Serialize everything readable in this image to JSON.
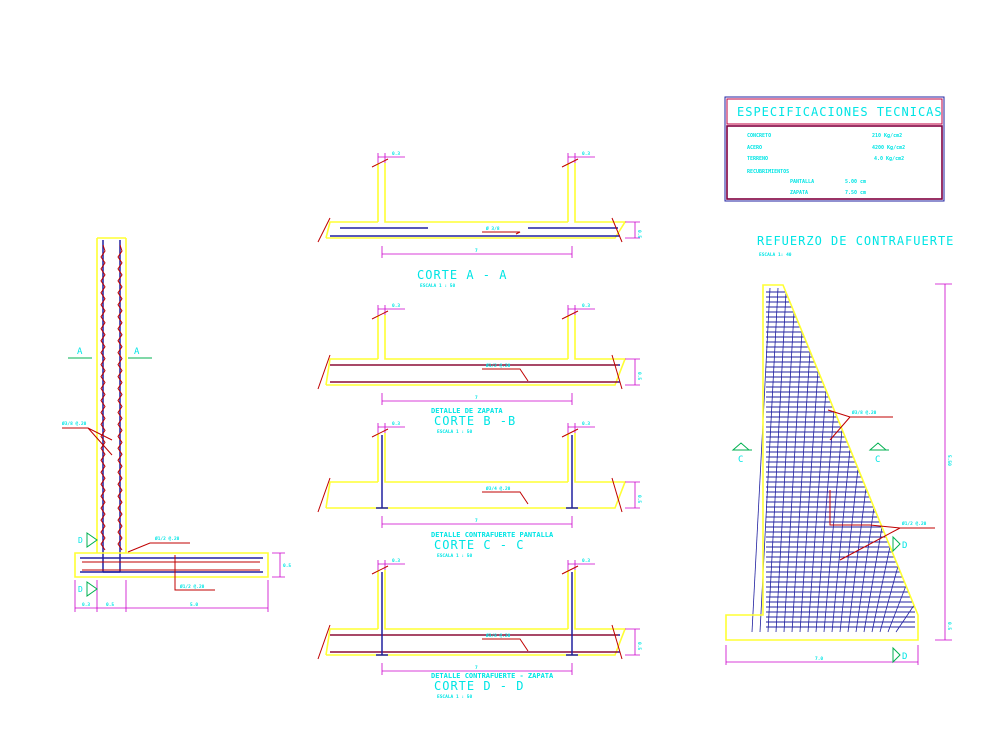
{
  "specs": {
    "title": "ESPECIFICACIONES TECNICAS",
    "rows": [
      {
        "label": "CONCRETO",
        "value": "210 Kg/cm2"
      },
      {
        "label": "ACERO",
        "value": "4200 Kg/cm2"
      },
      {
        "label": "TERRENO",
        "value": "4.0 Kg/cm2"
      },
      {
        "label": "RECUBRIMIENTOS",
        "value": ""
      }
    ],
    "cover": [
      {
        "label": "PANTALLA",
        "value": "5.00 cm"
      },
      {
        "label": "ZAPATA",
        "value": "7.50 cm"
      }
    ]
  },
  "contrafuerte": {
    "title": "REFUERZO DE CONTRAFUERTE",
    "scale": "ESCALA 1: 40",
    "cut_c": "C",
    "cut_d": "D",
    "bar_label_1": "Ø3/8 @.20",
    "bar_label_2": "Ø1/2 @.20",
    "dim_height": "5.50",
    "dim_base": "7.0",
    "dim_footing": "0.5"
  },
  "wall": {
    "cut_a": "A",
    "cut_d": "D",
    "bar_label_1": "Ø3/8 @.20",
    "bar_label_2": "Ø1/2 @.20",
    "bar_label_3": "Ø1/2 @.20",
    "dims": [
      "0.3",
      "0.5",
      "5.0"
    ],
    "dim_footing": "0.5"
  },
  "sections": [
    {
      "caption": "",
      "title": "CORTE A - A",
      "scale": "ESCALA 1 : 50",
      "span": "7",
      "top": "0.3",
      "bar": "Ø 3/8",
      "depth": "0.5"
    },
    {
      "caption": "DETALLE DE ZAPATA",
      "title": "CORTE B -B",
      "scale": "ESCALA 1 : 50",
      "span": "7",
      "top": "0.3",
      "bar": "Ø1/2 @.20",
      "depth": "0.5"
    },
    {
      "caption": "DETALLE CONTRAFUERTE PANTALLA",
      "title": "CORTE C - C",
      "scale": "ESCALA 1 : 50",
      "span": "7",
      "top": "0.3",
      "bar": "Ø3/4 @.20",
      "depth": "0.5"
    },
    {
      "caption": "DETALLE CONTRAFUERTE - ZAPATA",
      "title": "CORTE D - D",
      "scale": "ESCALA 1 : 50",
      "span": "7",
      "top": "0.3",
      "bar": "Ø3/8 @.20",
      "depth": "0.5"
    }
  ]
}
